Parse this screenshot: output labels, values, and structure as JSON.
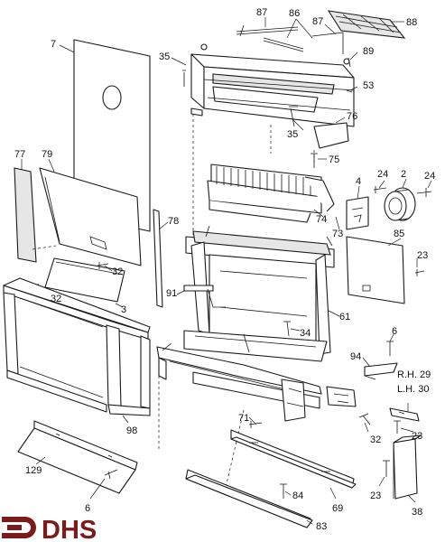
{
  "diagram": {
    "callouts": [
      {
        "id": "c87a",
        "text": "87"
      },
      {
        "id": "c86",
        "text": "86"
      },
      {
        "id": "c87b",
        "text": "87"
      },
      {
        "id": "c88",
        "text": "88"
      },
      {
        "id": "c7",
        "text": "7"
      },
      {
        "id": "c35a",
        "text": "35"
      },
      {
        "id": "c89",
        "text": "89"
      },
      {
        "id": "c53",
        "text": "53"
      },
      {
        "id": "c76",
        "text": "76"
      },
      {
        "id": "c35b",
        "text": "35"
      },
      {
        "id": "c75",
        "text": "75"
      },
      {
        "id": "c77",
        "text": "77"
      },
      {
        "id": "c79",
        "text": "79"
      },
      {
        "id": "c24a",
        "text": "24"
      },
      {
        "id": "c2",
        "text": "2"
      },
      {
        "id": "c24b",
        "text": "24"
      },
      {
        "id": "c4",
        "text": "4"
      },
      {
        "id": "c78",
        "text": "78"
      },
      {
        "id": "c74",
        "text": "74"
      },
      {
        "id": "c73",
        "text": "73"
      },
      {
        "id": "c85",
        "text": "85"
      },
      {
        "id": "c23a",
        "text": "23"
      },
      {
        "id": "c32a",
        "text": "32"
      },
      {
        "id": "c32b",
        "text": "32"
      },
      {
        "id": "c3",
        "text": "3"
      },
      {
        "id": "c91",
        "text": "91"
      },
      {
        "id": "c61",
        "text": "61"
      },
      {
        "id": "c34",
        "text": "34"
      },
      {
        "id": "c6a",
        "text": "6"
      },
      {
        "id": "c94",
        "text": "94"
      },
      {
        "id": "c29",
        "text": "R.H. 29"
      },
      {
        "id": "c30",
        "text": "L.H. 30"
      },
      {
        "id": "c98",
        "text": "98"
      },
      {
        "id": "c71",
        "text": "71"
      },
      {
        "id": "c32c",
        "text": "32"
      },
      {
        "id": "c23b",
        "text": "23"
      },
      {
        "id": "c129",
        "text": "129"
      },
      {
        "id": "c6b",
        "text": "6"
      },
      {
        "id": "c84",
        "text": "84"
      },
      {
        "id": "c69",
        "text": "69"
      },
      {
        "id": "c23c",
        "text": "23"
      },
      {
        "id": "c38",
        "text": "38"
      },
      {
        "id": "c83",
        "text": "83"
      }
    ]
  },
  "logo": {
    "text": "DHS",
    "color": "#7a1c1c"
  }
}
